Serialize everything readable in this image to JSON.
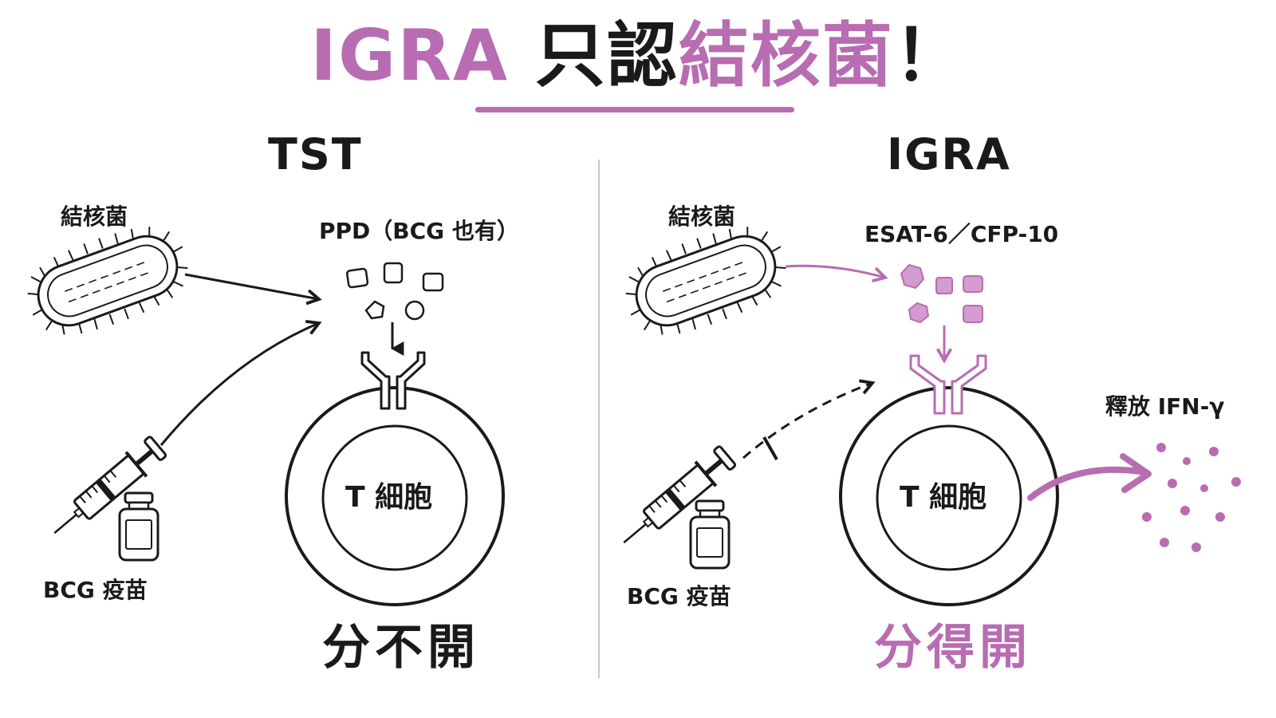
{
  "title": {
    "part1": "IGRA ",
    "part2": "只認",
    "part3": "結核菌",
    "part4": "！"
  },
  "left_panel": {
    "heading": "TST",
    "bacterium_label": "結核菌",
    "antigen_label": "PPD（BCG 也有）",
    "cell_label": "T 細胞",
    "vaccine_label": "BCG 疫苗",
    "verdict": "分不開"
  },
  "right_panel": {
    "heading": "IGRA",
    "bacterium_label": "結核菌",
    "antigen_label": "ESAT-6／CFP-10",
    "cell_label": "T 細胞",
    "vaccine_label": "BCG 疫苗",
    "release_label": "釋放 IFN-γ",
    "verdict": "分得開"
  },
  "colors": {
    "accent": "#b86cb2",
    "ink": "#1a1a1a",
    "divider": "#c8c8c8"
  },
  "icons": [
    "bacterium-icon",
    "syringe-icon",
    "vial-icon",
    "receptor-icon",
    "antigen-particles-icon",
    "ifn-particles-icon"
  ]
}
